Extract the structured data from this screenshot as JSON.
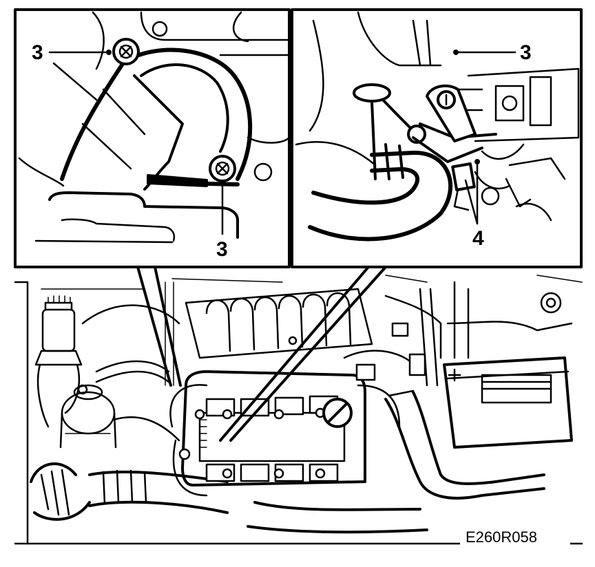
{
  "figure": {
    "code": "E260R058"
  },
  "callouts": {
    "left_top": "3",
    "left_bottom": "3",
    "right_top": "3",
    "right_bottom": "4"
  }
}
